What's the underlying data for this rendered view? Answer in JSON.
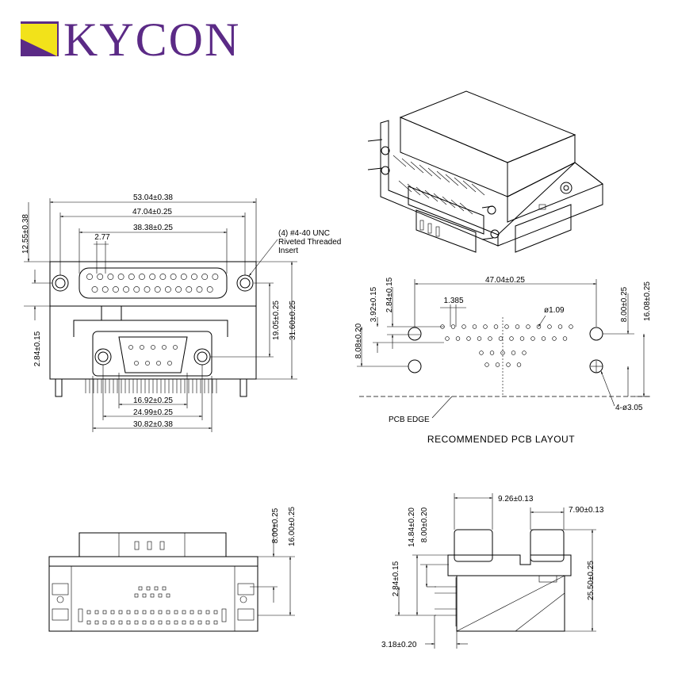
{
  "brand": {
    "name": "KYCON",
    "logo_colors": {
      "purple": "#5b2a86",
      "yellow": "#f2e21a"
    }
  },
  "front_view": {
    "dim_overall_width": "53.04±0.38",
    "dim_mount_hole_spacing": "47.04±0.25",
    "dim_db25_width": "38.38±0.25",
    "dim_pin_pitch": "2.77",
    "dim_top_height": "12.55±0.38",
    "dim_left_offset": "2.84±0.15",
    "dim_hole_to_hole_vertical": "19.05±0.25",
    "dim_total_height": "31.60±0.25",
    "dim_db9_shell": "16.92±0.25",
    "dim_db9_hole_spacing": "24.99±0.25",
    "dim_db9_flange": "30.82±0.38",
    "callout_line1": "(4) #4-40 UNC",
    "callout_line2": "Riveted Threaded",
    "callout_line3": "Insert"
  },
  "pcb_layout": {
    "title": "RECOMMENDED PCB LAYOUT",
    "dim_hole_spacing": "47.04±0.25",
    "dim_pitch": "1.385",
    "dim_pin_dia": "ø1.09",
    "dim_mount_dia": "4-ø3.05",
    "dim_v_2_84": "2.84±0.15",
    "dim_v_3_92": "3.92±0.15",
    "dim_v_8_08": "8.08±0.20",
    "dim_v_8_00": "8.00±0.25",
    "dim_v_16_08": "16.08±0.25",
    "pcb_edge": "PCB EDGE"
  },
  "bottom_view": {
    "dim_8_00": "8.00±0.25",
    "dim_16_00": "16.00±0.25"
  },
  "side_view": {
    "dim_9_26": "9.26±0.13",
    "dim_7_90": "7.90±0.13",
    "dim_14_84": "14.84±0.20",
    "dim_8_00": "8.00±0.20",
    "dim_2_84": "2.84±0.15",
    "dim_25_50": "25.50±0.25",
    "dim_3_18": "3.18±0.20"
  }
}
